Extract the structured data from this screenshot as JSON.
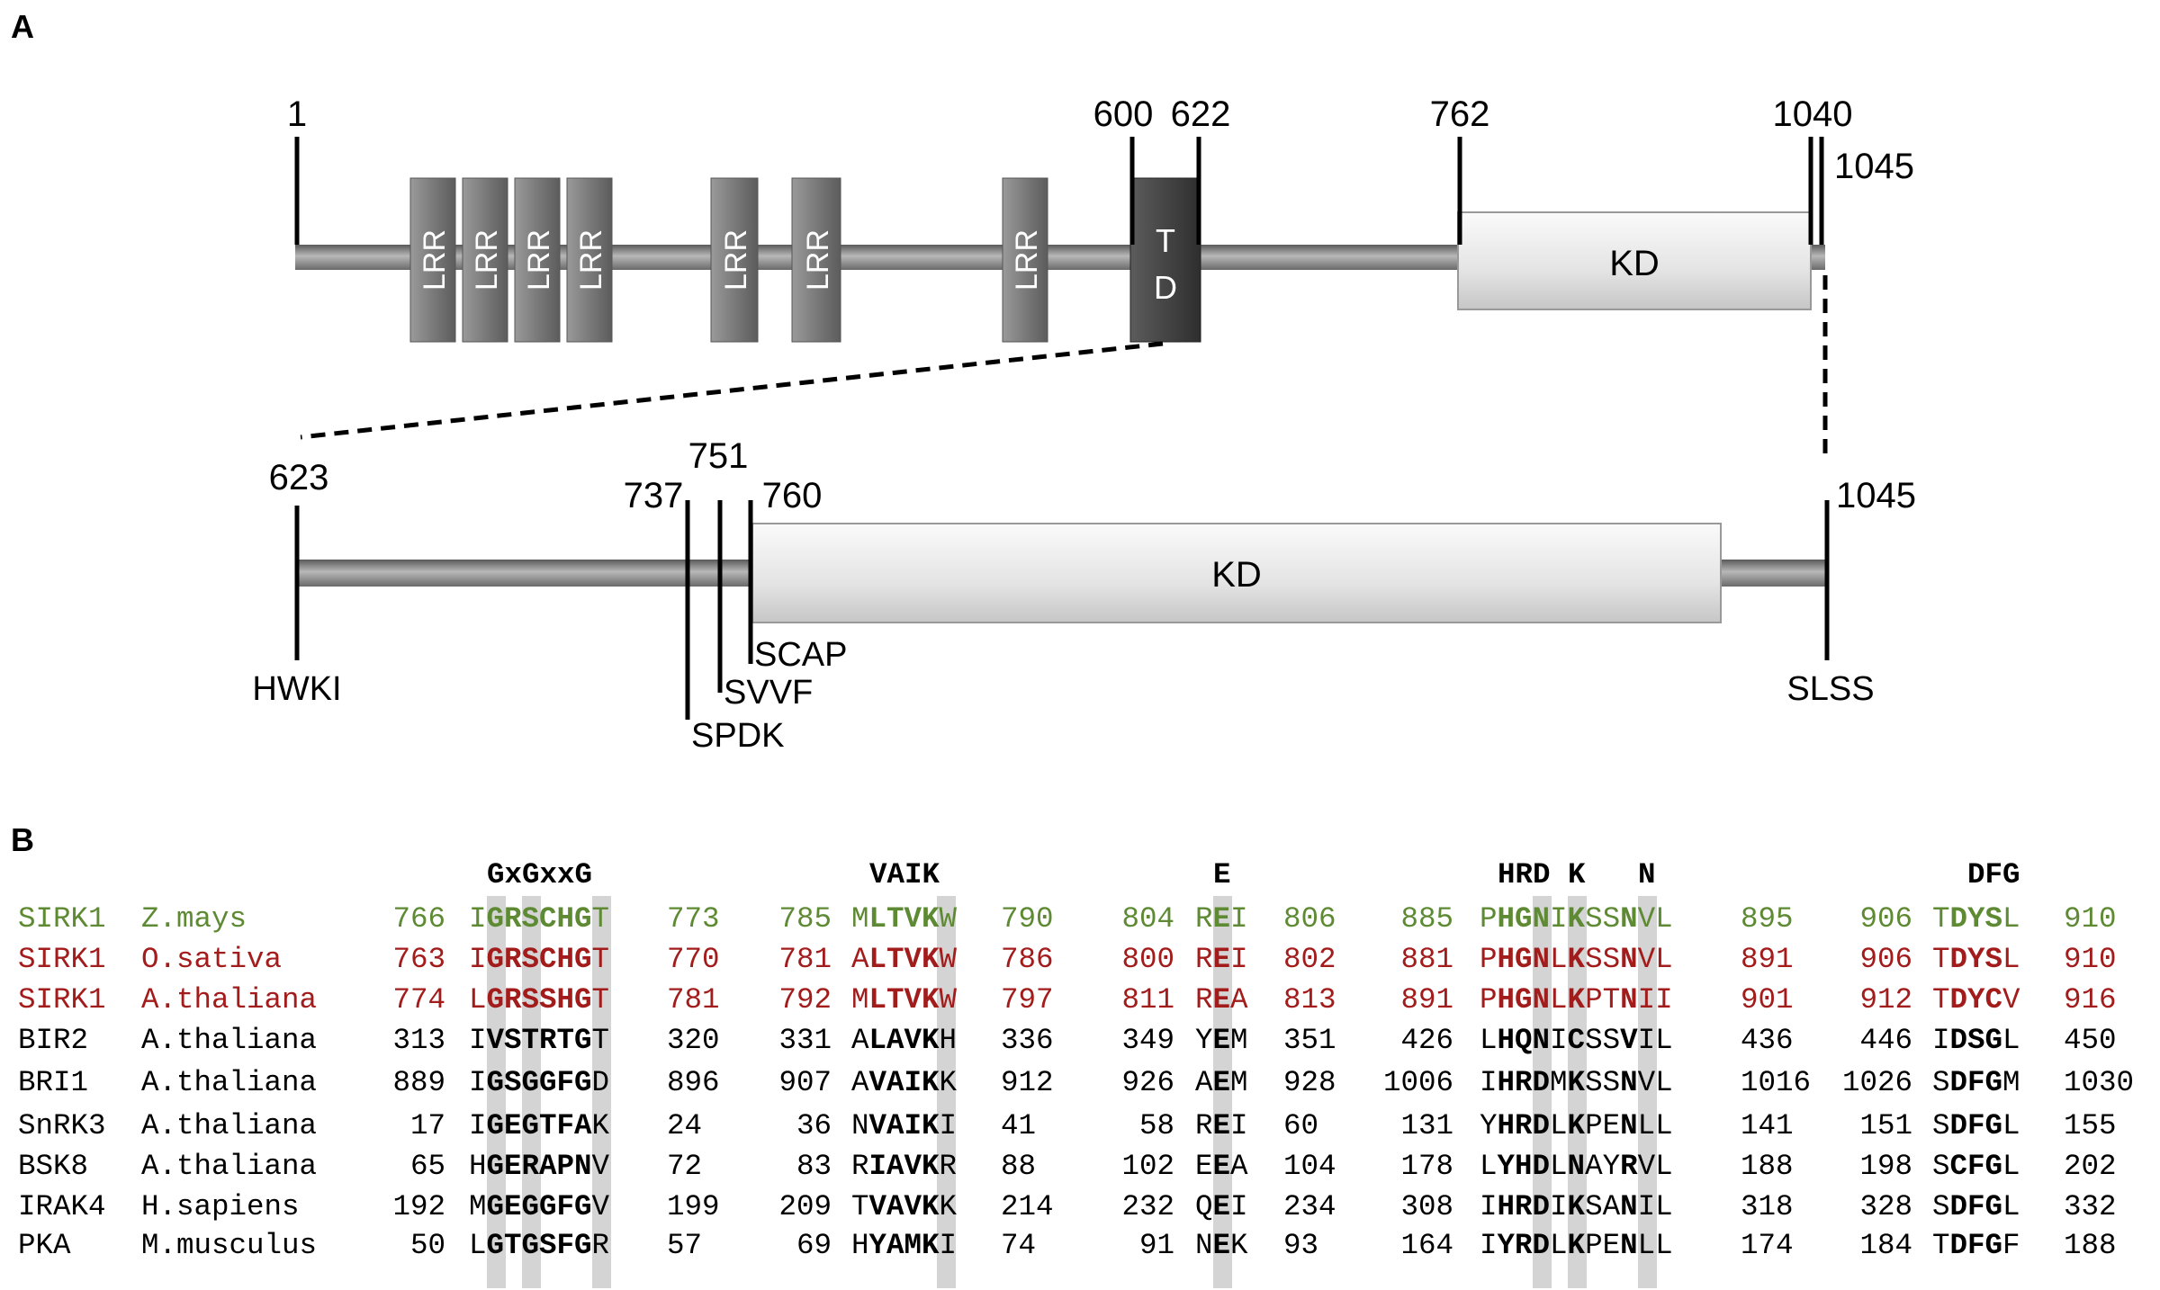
{
  "panel_a": {
    "label": "A",
    "top_diagram": {
      "positions": [
        "1",
        "600",
        "622",
        "762",
        "1040",
        "1045"
      ],
      "lrr_label": "LRR",
      "lrr_count": 7,
      "td_label": [
        "T",
        "D"
      ],
      "kd_label": "KD"
    },
    "bottom_diagram": {
      "positions": [
        "623",
        "737",
        "751",
        "760",
        "1045"
      ],
      "motifs": [
        "HWKI",
        "SPDK",
        "SVVF",
        "SCAP",
        "SLSS"
      ],
      "kd_label": "KD"
    }
  },
  "panel_b": {
    "label": "B",
    "motif_headers": [
      "GxGxxG",
      "VAIK",
      "E",
      "HRD",
      "K",
      "N",
      "DFG"
    ],
    "colors": {
      "zmays": "#5e8a34",
      "osativa": "#a31c1c",
      "athaliana_sirk1": "#a31c1c",
      "default": "#000000",
      "shade": "#d4d4d4"
    },
    "rows": [
      {
        "protein": "SIRK1",
        "species": "Z.mays",
        "color": "zmays",
        "segments": [
          [
            "766",
            "I",
            "GRSCHG",
            "T",
            "773"
          ],
          [
            "785",
            "M",
            "LTVK",
            "W",
            "790"
          ],
          [
            "804",
            "R",
            "E",
            "I",
            "806"
          ],
          [
            "885",
            "P",
            "HGN",
            "I",
            "K",
            "SS",
            "N",
            "VL",
            "895"
          ],
          [
            "906",
            "T",
            "DYS",
            "L",
            "910"
          ]
        ]
      },
      {
        "protein": "SIRK1",
        "species": "O.sativa",
        "color": "osativa",
        "segments": [
          [
            "763",
            "I",
            "GRSCHG",
            "T",
            "770"
          ],
          [
            "781",
            "A",
            "LTVK",
            "W",
            "786"
          ],
          [
            "800",
            "R",
            "E",
            "I",
            "802"
          ],
          [
            "881",
            "P",
            "HGN",
            "L",
            "K",
            "SS",
            "N",
            "VL",
            "891"
          ],
          [
            "906",
            "T",
            "DYS",
            "L",
            "910"
          ]
        ]
      },
      {
        "protein": "SIRK1",
        "species": "A.thaliana",
        "color": "athaliana_sirk1",
        "segments": [
          [
            "774",
            "L",
            "GRSSHG",
            "T",
            "781"
          ],
          [
            "792",
            "M",
            "LTVK",
            "W",
            "797"
          ],
          [
            "811",
            "R",
            "E",
            "A",
            "813"
          ],
          [
            "891",
            "P",
            "HGN",
            "L",
            "K",
            "PT",
            "N",
            "II",
            "901"
          ],
          [
            "912",
            "T",
            "DYC",
            "V",
            "916"
          ]
        ]
      },
      {
        "protein": "BIR2",
        "species": "A.thaliana",
        "color": "default",
        "segments": [
          [
            "313",
            "I",
            "VSTRTG",
            "T",
            "320"
          ],
          [
            "331",
            "A",
            "LAVK",
            "H",
            "336"
          ],
          [
            "349",
            "Y",
            "E",
            "M",
            "351"
          ],
          [
            "426",
            "L",
            "HQN",
            "I",
            "C",
            "SS",
            "V",
            "IL",
            "436"
          ],
          [
            "446",
            "I",
            "DSG",
            "L",
            "450"
          ]
        ]
      },
      {
        "protein": "BRI1",
        "species": "A.thaliana",
        "color": "default",
        "segments": [
          [
            "889",
            "I",
            "GSGGFG",
            "D",
            "896"
          ],
          [
            "907",
            "A",
            "VAIK",
            "K",
            "912"
          ],
          [
            "926",
            "A",
            "E",
            "M",
            "928"
          ],
          [
            "1006",
            "I",
            "HRD",
            "M",
            "K",
            "SS",
            "N",
            "VL",
            "1016"
          ],
          [
            "1026",
            "S",
            "DFG",
            "M",
            "1030"
          ]
        ]
      },
      {
        "protein": "SnRK3",
        "species": "A.thaliana",
        "color": "default",
        "segments": [
          [
            "17",
            "I",
            "GEGTFA",
            "K",
            "24"
          ],
          [
            "36",
            "N",
            "VAIK",
            "I",
            "41"
          ],
          [
            "58",
            "R",
            "E",
            "I",
            "60"
          ],
          [
            "131",
            "Y",
            "HRD",
            "L",
            "K",
            "PE",
            "N",
            "LL",
            "141"
          ],
          [
            "151",
            "S",
            "DFG",
            "L",
            "155"
          ]
        ]
      },
      {
        "protein": "BSK8",
        "species": "A.thaliana",
        "color": "default",
        "segments": [
          [
            "65",
            "H",
            "GERAPN",
            "V",
            "72"
          ],
          [
            "83",
            "R",
            "IAVK",
            "R",
            "88"
          ],
          [
            "102",
            "E",
            "E",
            "A",
            "104"
          ],
          [
            "178",
            "L",
            "YHD",
            "L",
            "N",
            "AY",
            "R",
            "VL",
            "188"
          ],
          [
            "198",
            "S",
            "CFG",
            "L",
            "202"
          ]
        ]
      },
      {
        "protein": "IRAK4",
        "species": "H.sapiens",
        "color": "default",
        "segments": [
          [
            "192",
            "M",
            "GEGGFG",
            "V",
            "199"
          ],
          [
            "209",
            "T",
            "VAVK",
            "K",
            "214"
          ],
          [
            "232",
            "Q",
            "E",
            "I",
            "234"
          ],
          [
            "308",
            "I",
            "HRD",
            "I",
            "K",
            "SA",
            "N",
            "IL",
            "318"
          ],
          [
            "328",
            "S",
            "DFG",
            "L",
            "332"
          ]
        ]
      },
      {
        "protein": "PKA",
        "species": "M.musculus",
        "color": "default",
        "segments": [
          [
            "50",
            "L",
            "GTGSFG",
            "R",
            "57"
          ],
          [
            "69",
            "H",
            "YAMK",
            "I",
            "74"
          ],
          [
            "91",
            "N",
            "E",
            "K",
            "93"
          ],
          [
            "164",
            "I",
            "YRD",
            "L",
            "K",
            "PE",
            "N",
            "LL",
            "174"
          ],
          [
            "184",
            "T",
            "DFG",
            "F",
            "188"
          ]
        ]
      }
    ]
  }
}
